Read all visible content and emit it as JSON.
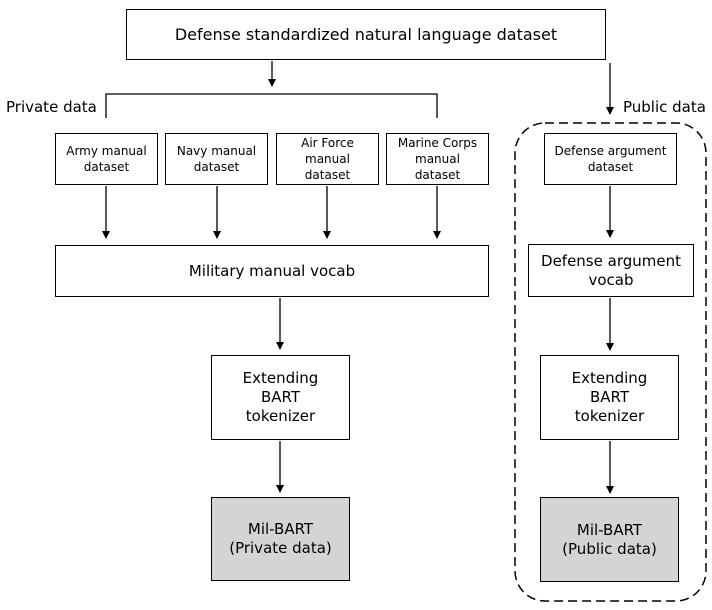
{
  "top": {
    "title": "Defense standardized natural language dataset"
  },
  "labels": {
    "private": "Private data",
    "public": "Public data"
  },
  "private": {
    "datasets": [
      "Army manual\ndataset",
      "Navy manual\ndataset",
      "Air Force\nmanual\ndataset",
      "Marine Corps\nmanual\ndataset"
    ],
    "vocab": "Military manual vocab",
    "tokenizer": "Extending\nBART\ntokenizer",
    "model": "Mil-BART\n(Private data)"
  },
  "public": {
    "dataset": "Defense argument\ndataset",
    "vocab": "Defense argument\nvocab",
    "tokenizer": "Extending\nBART\ntokenizer",
    "model": "Mil-BART\n(Public data)"
  }
}
